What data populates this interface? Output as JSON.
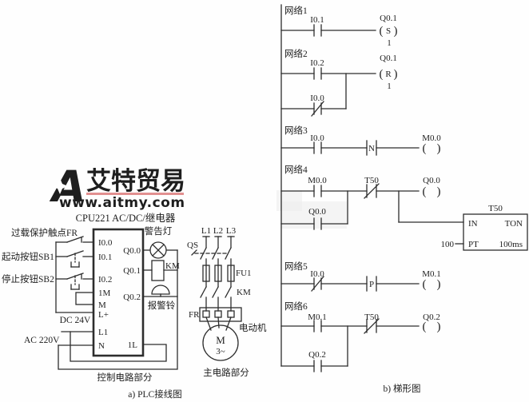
{
  "watermark": {
    "logo": "A",
    "brand": "艾特贸易",
    "url": "www.aitmy.com",
    "logo_color": "#dd5f5f",
    "text_color": "#a3a3a3",
    "underline_color": "#e29090"
  },
  "wiring": {
    "title": "CPU221 AC/DC/继电器",
    "inputs": [
      "I0.0",
      "I0.1",
      "I0.2",
      "1M",
      "M",
      "L+",
      "L1",
      "N"
    ],
    "outputs": [
      "Q0.0",
      "Q0.1",
      "Q0.2",
      "1L"
    ],
    "labels": {
      "fr_contact": "过载保护触点FR",
      "sb1": "起动按钮SB1",
      "sb2": "停止按钮SB2",
      "dc": "DC 24V",
      "ac": "AC 220V",
      "lamp": "警告灯",
      "km_coil": "KM",
      "bell": "报警铃",
      "control_caption": "控制电路部分",
      "caption": "a) PLC接线图"
    },
    "main": {
      "phases": [
        "L1",
        "L2",
        "L3"
      ],
      "qs": "QS",
      "fu": "FU1",
      "km": "KM",
      "fr": "FR",
      "motor_m": "M",
      "motor_3": "3~",
      "motor_label": "电动机",
      "caption": "主电路部分"
    }
  },
  "ladder": {
    "caption": "b) 梯形图",
    "networks": [
      {
        "label": "网络1",
        "contact": "I0.1",
        "coil_label": "Q0.1",
        "coil_letter": "S",
        "coil_sub": "1"
      },
      {
        "label": "网络2",
        "contact": "I0.2",
        "branch": "I0.0",
        "coil_label": "Q0.1",
        "coil_letter": "R",
        "coil_sub": "1"
      },
      {
        "label": "网络3",
        "contact": "I0.0",
        "edge": "N",
        "coil_label": "M0.0"
      },
      {
        "label": "网络4",
        "contact": "M0.0",
        "nc": "T50",
        "branch": "Q0.0",
        "coil_label": "Q0.0",
        "timer": {
          "name": "T50",
          "in": "IN",
          "type": "TON",
          "pt": "PT",
          "preset": "100",
          "unit": "100ms"
        }
      },
      {
        "label": "网络5",
        "contact": "I0.0",
        "edge": "P",
        "coil_label": "M0.1"
      },
      {
        "label": "网络6",
        "contact": "M0.1",
        "nc": "T50",
        "branch": "Q0.2",
        "coil_label": "Q0.2"
      }
    ],
    "symbols": {
      "coil_open": "(",
      "coil_close": ")"
    }
  }
}
